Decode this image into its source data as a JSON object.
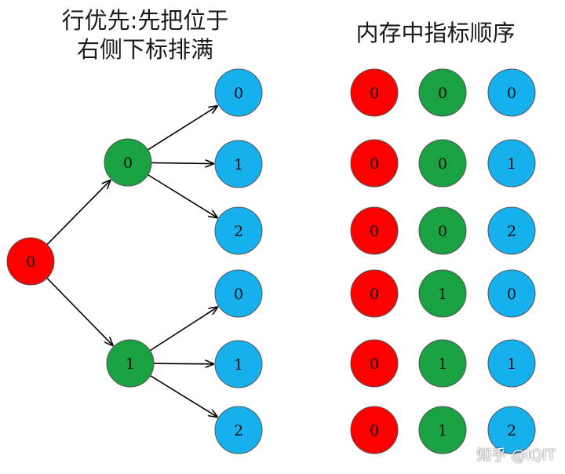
{
  "title_left": {
    "line1": "行优先:先把位于",
    "line2": "右侧下标排满"
  },
  "title_right": "内存中指标顺序",
  "watermark": "知乎 @IQIT",
  "colors": {
    "red": "#ff0000",
    "green": "#1aa142",
    "blue": "#16b0ee",
    "stroke": "#555555",
    "edge": "#000000"
  },
  "tree": {
    "root": {
      "label": "0",
      "color": "red"
    },
    "level1": [
      {
        "label": "0",
        "color": "green",
        "children": [
          {
            "label": "0"
          },
          {
            "label": "1"
          },
          {
            "label": "2"
          }
        ]
      },
      {
        "label": "1",
        "color": "green",
        "children": [
          {
            "label": "0"
          },
          {
            "label": "1"
          },
          {
            "label": "2"
          }
        ]
      }
    ]
  },
  "memory_order": [
    [
      "0",
      "0",
      "0"
    ],
    [
      "0",
      "0",
      "1"
    ],
    [
      "0",
      "0",
      "2"
    ],
    [
      "0",
      "1",
      "0"
    ],
    [
      "0",
      "1",
      "1"
    ],
    [
      "0",
      "1",
      "2"
    ]
  ]
}
